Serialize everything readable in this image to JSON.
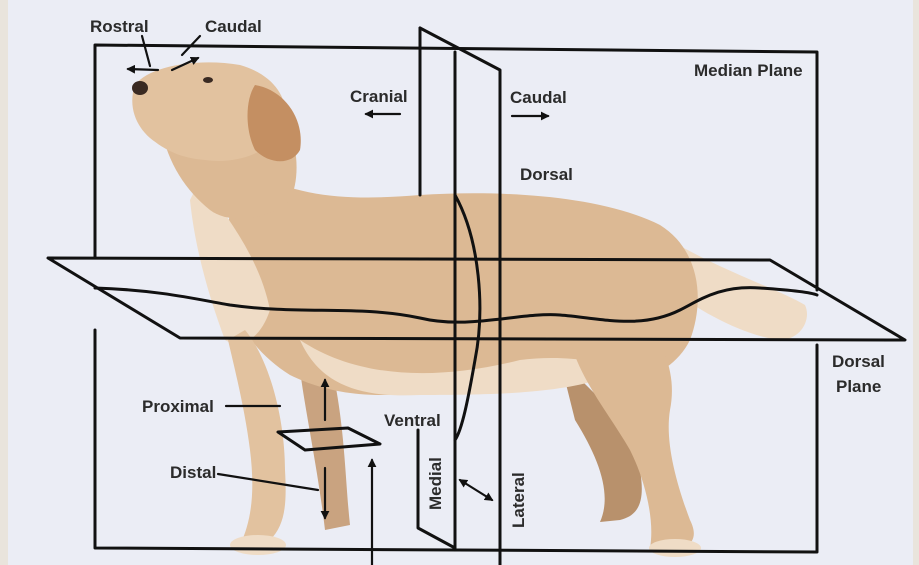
{
  "colors": {
    "page_background": "#e9e4dc",
    "panel_background": "#ebedf5",
    "line": "#111111",
    "coat_main": "#dcb994",
    "coat_light": "#efdcc6",
    "coat_shadow": "#b8916c"
  },
  "labels": {
    "rostral": "Rostral",
    "caudal_head": "Caudal",
    "median_plane": "Median Plane",
    "cranial": "Cranial",
    "caudal_body": "Caudal",
    "dorsal": "Dorsal",
    "dorsal_plane_line1": "Dorsal",
    "dorsal_plane_line2": "Plane",
    "proximal": "Proximal",
    "distal": "Distal",
    "ventral": "Ventral",
    "medial": "Medial",
    "lateral": "Lateral"
  }
}
